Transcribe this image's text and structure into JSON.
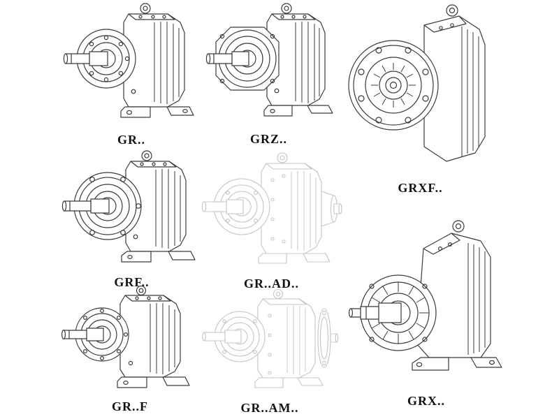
{
  "theme": {
    "background": "#ffffff",
    "ink": "#3a3a3a",
    "phantom": "#c4c4c4",
    "label_color": "#111111"
  },
  "catalog": {
    "items": [
      {
        "id": "gr",
        "label": "GR.."
      },
      {
        "id": "grz",
        "label": "GRZ.."
      },
      {
        "id": "grxf",
        "label": "GRXF.."
      },
      {
        "id": "grf",
        "label": "GRF.."
      },
      {
        "id": "gr-ad",
        "label": "GR..AD.."
      },
      {
        "id": "grx",
        "label": "GRX.."
      },
      {
        "id": "gr-f",
        "label": "GR..F"
      },
      {
        "id": "gr-am",
        "label": "GR..AM.."
      }
    ]
  }
}
